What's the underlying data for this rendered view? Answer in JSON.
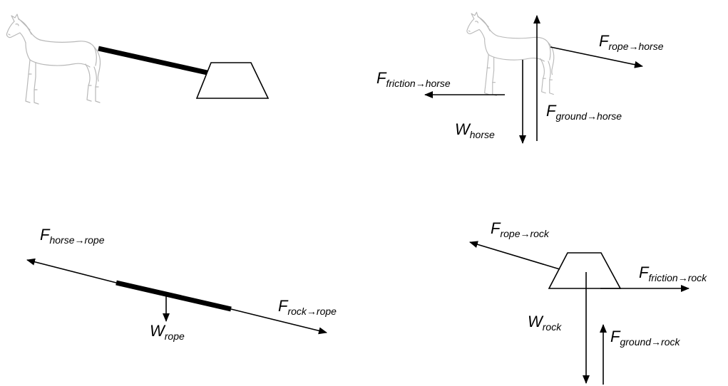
{
  "diagram": {
    "horse_panel": {
      "horse_icon": "horse-sketch",
      "rope_icon": "rope-thick-line",
      "rock_icon": "trapezoid-rock"
    },
    "horse_fbd": {
      "f_rope_horse": {
        "main": "F",
        "sub": "rope→horse"
      },
      "f_friction_horse": {
        "main": "F",
        "sub": "friction→horse"
      },
      "f_ground_horse": {
        "main": "F",
        "sub": "ground→horse"
      },
      "w_horse": {
        "main": "W",
        "sub": "horse"
      }
    },
    "rope_fbd": {
      "f_horse_rope": {
        "main": "F",
        "sub": "horse→rope"
      },
      "f_rock_rope": {
        "main": "F",
        "sub": "rock→rope"
      },
      "w_rope": {
        "main": "W",
        "sub": "rope"
      }
    },
    "rock_fbd": {
      "f_rope_rock": {
        "main": "F",
        "sub": "rope→rock"
      },
      "f_friction_rock": {
        "main": "F",
        "sub": "friction→rock"
      },
      "f_ground_rock": {
        "main": "F",
        "sub": "ground→rock"
      },
      "w_rock": {
        "main": "W",
        "sub": "rock"
      }
    }
  }
}
